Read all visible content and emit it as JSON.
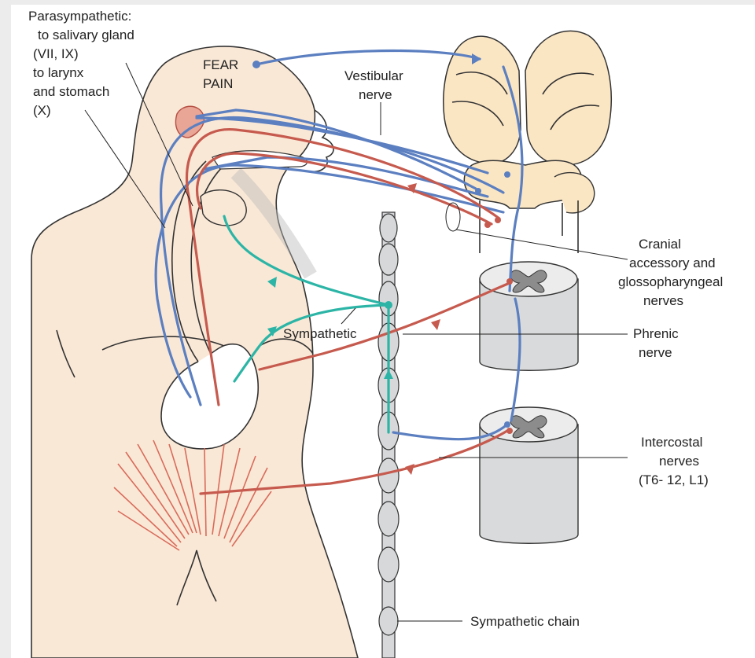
{
  "labels": {
    "parasympathetic": [
      "Parasympathetic:",
      "to salivary gland",
      "(VII, IX)",
      "to larynx",
      "and stomach",
      "(X)"
    ],
    "fear": "FEAR",
    "pain": "PAIN",
    "vestibular": [
      "Vestibular",
      "nerve"
    ],
    "cranial": [
      "Cranial",
      "accessory and",
      "glossopharyngeal",
      "nerves"
    ],
    "phrenic": [
      "Phrenic",
      "nerve"
    ],
    "sympathetic": "Sympathetic",
    "intercostal": [
      "Intercostal",
      "nerves",
      "(T6- 12, L1)"
    ],
    "sympathetic_chain": "Sympathetic chain"
  },
  "colors": {
    "skin": "#fae8d6",
    "brain": "#fbe6c4",
    "parasympathetic_blue": "#5b7fc0",
    "motor_red": "#c65a4e",
    "sympathetic_teal": "#2cb5a6",
    "chain_grey": "#d6d8da",
    "cord_grey": "#d9dadb"
  }
}
